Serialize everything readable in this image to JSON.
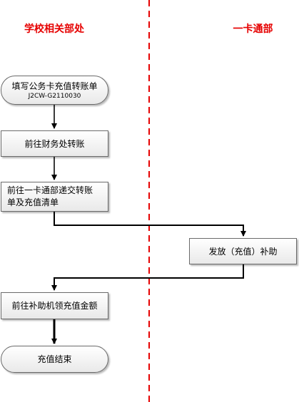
{
  "lanes": {
    "left": "学校相关部处",
    "right": "一卡通部"
  },
  "colors": {
    "lane_header": "#e60000",
    "divider": "#e60000",
    "connector": "#000000"
  },
  "nodes": {
    "fill_form": {
      "label": "填写公务卡充值转账单",
      "code": "J2CW-G2110030"
    },
    "finance": {
      "label": "前往财务处转账"
    },
    "submit": {
      "label_line1": "前往一卡通部递交转账",
      "label_line2": "单及充值清单"
    },
    "issue": {
      "label": "发放（充值）补助"
    },
    "claim": {
      "label": "前往补助机领充值金额"
    },
    "end": {
      "label": "充值结束"
    }
  }
}
